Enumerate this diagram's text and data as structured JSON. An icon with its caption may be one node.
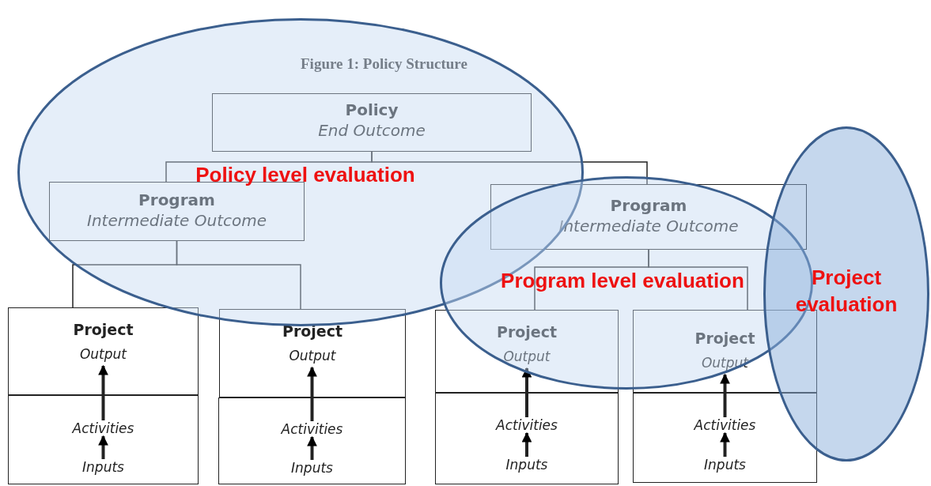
{
  "diagram": {
    "title": "Figure 1: Policy Structure",
    "nodes": [
      {
        "text": [
          "Policy",
          "End Outcome"
        ]
      },
      {
        "text": [
          "Program",
          "Intermediate Outcome"
        ]
      },
      {
        "text": [
          "Program",
          "Intermediate Outcome"
        ]
      },
      {
        "text": [
          "Project",
          "Output"
        ]
      },
      {
        "text": [],
        "shape": "box"
      },
      {
        "text": [
          "Activities"
        ],
        "in": 4
      },
      {
        "text": [
          "Inputs"
        ],
        "in": 4
      },
      {
        "text": [
          "Project",
          "Output"
        ]
      },
      {
        "text": [],
        "shape": "box"
      },
      {
        "text": [
          "Activities"
        ],
        "in": 8
      },
      {
        "text": [
          "Inputs"
        ],
        "in": 8
      },
      {
        "text": [
          "Project",
          "Output"
        ]
      },
      {
        "text": [],
        "shape": "box"
      },
      {
        "text": [
          "Activities"
        ],
        "in": 12
      },
      {
        "text": [
          "Inputs"
        ],
        "in": 12
      },
      {
        "text": [
          "Project",
          "Output"
        ]
      },
      {
        "text": [],
        "shape": "box"
      },
      {
        "text": [
          "Activities"
        ],
        "in": 16
      },
      {
        "text": [
          "Inputs"
        ],
        "in": 16
      },
      {
        "text": [
          "Policy level evaluation"
        ]
      },
      {
        "text": [
          "Program level evaluation"
        ]
      },
      {
        "text": [
          "Project evaluation"
        ]
      }
    ],
    "edges": [
      {
        "from": 0,
        "to": 1,
        "arrow": "none"
      },
      {
        "from": 0,
        "to": 2,
        "arrow": "none"
      },
      {
        "from": 1,
        "to": 3,
        "arrow": "none"
      },
      {
        "from": 1,
        "to": 7,
        "arrow": "none"
      },
      {
        "from": 2,
        "to": 11,
        "arrow": "none"
      },
      {
        "from": 2,
        "to": 15,
        "arrow": "none"
      },
      {
        "from": 6,
        "to": 5,
        "arrow": "to"
      },
      {
        "from": 5,
        "to": 3,
        "arrow": "to"
      },
      {
        "from": 10,
        "to": 9,
        "arrow": "to"
      },
      {
        "from": 9,
        "to": 7,
        "arrow": "to"
      },
      {
        "from": 14,
        "to": 13,
        "arrow": "to"
      },
      {
        "from": 13,
        "to": 11,
        "arrow": "to"
      },
      {
        "from": 18,
        "to": 17,
        "arrow": "to"
      },
      {
        "from": 17,
        "to": 15,
        "arrow": "to"
      }
    ]
  }
}
